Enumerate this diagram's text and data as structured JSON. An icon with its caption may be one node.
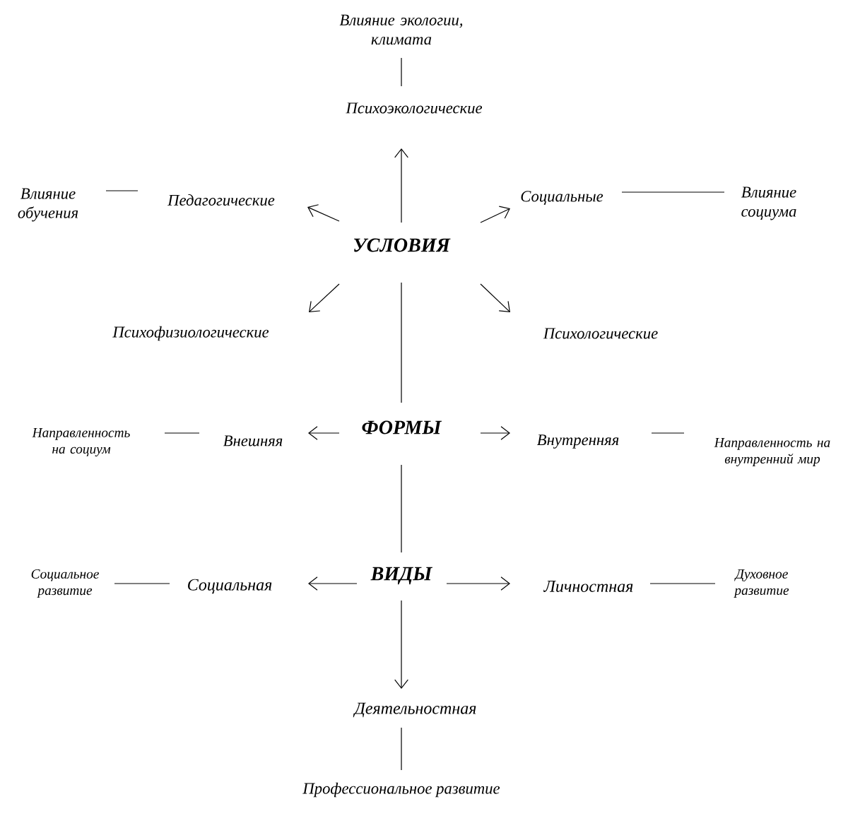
{
  "diagram": {
    "nodes": [
      {
        "text": [
          "Влияние экологии, климата"
        ]
      },
      {
        "text": [
          "Психоэкологические"
        ]
      },
      {
        "text": [
          "Влияние обучения"
        ]
      },
      {
        "text": [
          "Педагогические"
        ]
      },
      {
        "text": [
          "Социальные"
        ]
      },
      {
        "text": [
          "Влияние социума"
        ]
      },
      {
        "text": [
          "УСЛОВИЯ"
        ]
      },
      {
        "text": [
          "Психофизиологические"
        ]
      },
      {
        "text": [
          "Психологические"
        ]
      },
      {
        "text": [
          "Направленность на социум"
        ]
      },
      {
        "text": [
          "Внешняя"
        ]
      },
      {
        "text": [
          "ФОРМЫ"
        ]
      },
      {
        "text": [
          "Внутренняя"
        ]
      },
      {
        "text": [
          "Направленность на внутренний мир"
        ]
      },
      {
        "text": [
          "Социальное развитие"
        ]
      },
      {
        "text": [
          "Социальная"
        ]
      },
      {
        "text": [
          "ВИДЫ"
        ]
      },
      {
        "text": [
          "Личностная"
        ]
      },
      {
        "text": [
          "Духовное развитие"
        ]
      },
      {
        "text": [
          "Деятельностная"
        ]
      },
      {
        "text": [
          "Профессиональное развитие"
        ]
      }
    ],
    "edges": [
      {
        "from": 0,
        "to": 1,
        "arrow": "none"
      },
      {
        "from": 6,
        "to": 1,
        "arrow": "to"
      },
      {
        "from": 2,
        "to": 3,
        "arrow": "none"
      },
      {
        "from": 6,
        "to": 3,
        "arrow": "to"
      },
      {
        "from": 6,
        "to": 4,
        "arrow": "to"
      },
      {
        "from": 4,
        "to": 5,
        "arrow": "none"
      },
      {
        "from": 6,
        "to": 7,
        "arrow": "to"
      },
      {
        "from": 6,
        "to": 8,
        "arrow": "to"
      },
      {
        "from": 6,
        "to": 11,
        "arrow": "none"
      },
      {
        "from": 11,
        "to": 10,
        "arrow": "to"
      },
      {
        "from": 9,
        "to": 10,
        "arrow": "none"
      },
      {
        "from": 11,
        "to": 12,
        "arrow": "to"
      },
      {
        "from": 12,
        "to": 13,
        "arrow": "none"
      },
      {
        "from": 11,
        "to": 16,
        "arrow": "none"
      },
      {
        "from": 16,
        "to": 15,
        "arrow": "to"
      },
      {
        "from": 14,
        "to": 15,
        "arrow": "none"
      },
      {
        "from": 16,
        "to": 17,
        "arrow": "to"
      },
      {
        "from": 17,
        "to": 18,
        "arrow": "none"
      },
      {
        "from": 16,
        "to": 19,
        "arrow": "to"
      },
      {
        "from": 19,
        "to": 20,
        "arrow": "none"
      }
    ]
  }
}
